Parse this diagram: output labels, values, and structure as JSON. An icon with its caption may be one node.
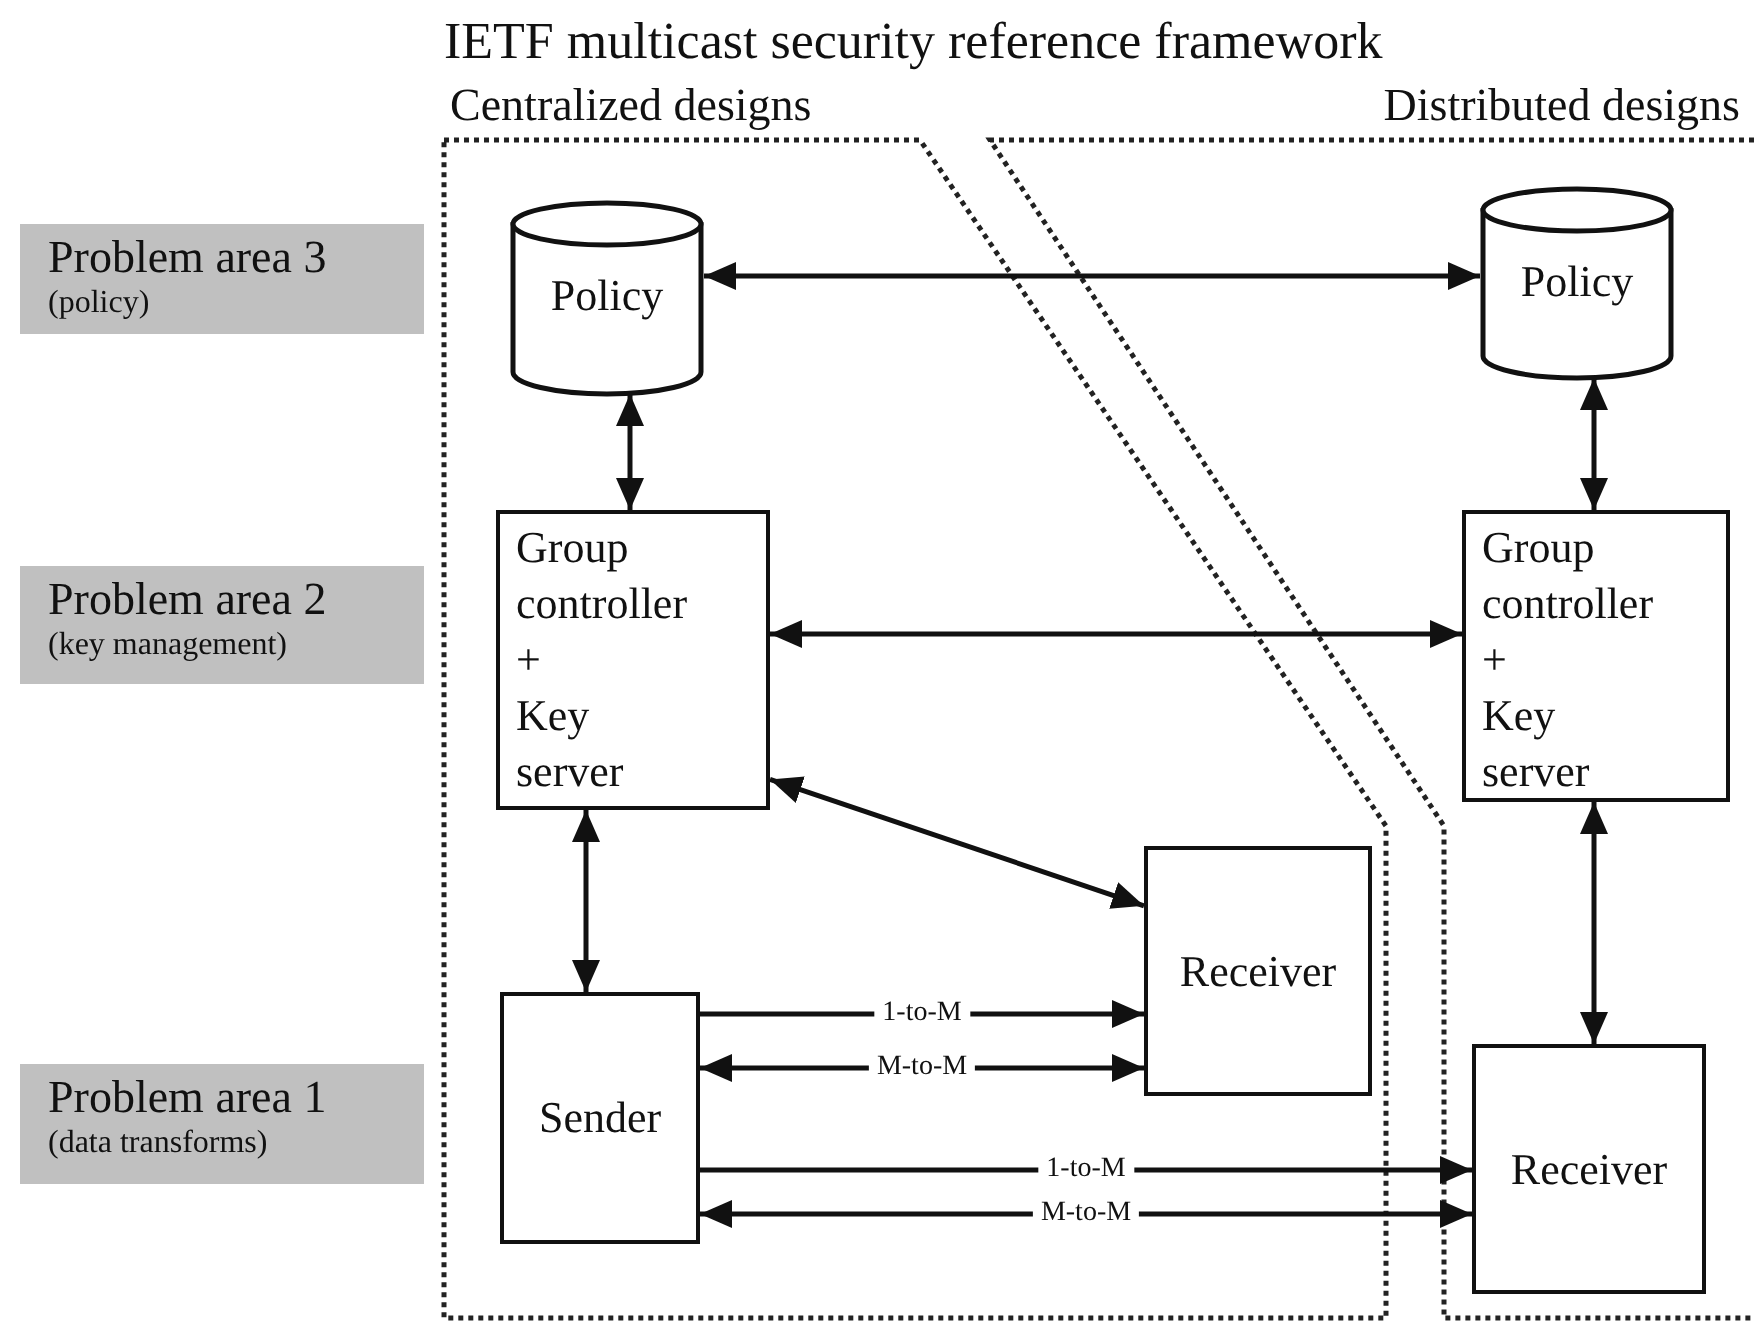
{
  "diagram": {
    "title": "IETF multicast security reference framework",
    "nodes": [
      {
        "text": [
          "Problem area 3",
          "(policy)"
        ]
      },
      {
        "text": [
          "Policy"
        ]
      },
      {
        "text": [
          "Policy"
        ]
      },
      {
        "text": [
          "Problem area 2",
          "(key management)"
        ]
      },
      {
        "text": [
          "Group controller + Key server"
        ]
      },
      {
        "text": [
          "Group controller + Key server"
        ]
      },
      {
        "text": [
          "Receiver"
        ]
      },
      {
        "text": [
          "Problem area 1",
          "(data transforms)"
        ]
      },
      {
        "text": [
          "Sender"
        ]
      },
      {
        "text": [
          "Receiver"
        ]
      }
    ],
    "edges": [
      {
        "from": 1,
        "to": 2,
        "arrow": "both"
      },
      {
        "from": 1,
        "to": 4,
        "arrow": "both"
      },
      {
        "from": 2,
        "to": 5,
        "arrow": "both"
      },
      {
        "from": 4,
        "to": 5,
        "arrow": "both"
      },
      {
        "from": 4,
        "to": 6,
        "arrow": "both"
      },
      {
        "from": 4,
        "to": 8,
        "arrow": "both"
      },
      {
        "from": 5,
        "to": 9,
        "arrow": "both"
      },
      {
        "from": 8,
        "to": 6,
        "arrow": "to",
        "label": "1-to-M"
      },
      {
        "from": 8,
        "to": 6,
        "arrow": "both",
        "label": "M-to-M"
      },
      {
        "from": 8,
        "to": 9,
        "arrow": "to",
        "label": "1-to-M"
      },
      {
        "from": 8,
        "to": 9,
        "arrow": "both",
        "label": "M-to-M"
      }
    ],
    "labels": [
      "Centralized designs",
      "Distributed designs"
    ]
  }
}
